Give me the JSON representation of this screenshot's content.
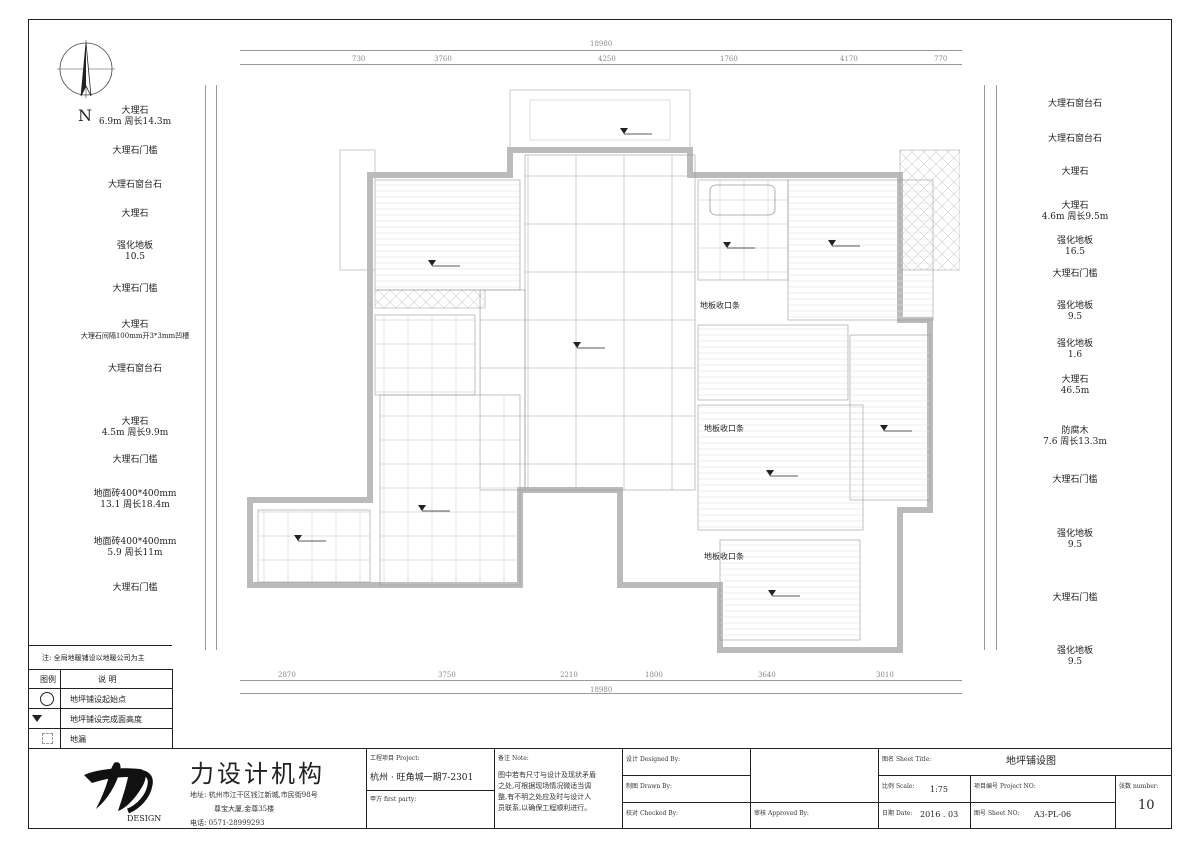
{
  "compass": {
    "label": "N"
  },
  "dims": {
    "top": {
      "total": "18980",
      "segments": [
        "730",
        "3760",
        "4250",
        "1760",
        "4170",
        "770"
      ]
    },
    "bottom": {
      "total": "18980",
      "segments": [
        "2870",
        "3750",
        "2210",
        "1800",
        "3640",
        "3010"
      ]
    }
  },
  "left_labels": [
    {
      "name": "大理石",
      "sub": "6.9m  周长14.3m"
    },
    {
      "name": "大理石门槛",
      "sub": ""
    },
    {
      "name": "大理石窗台石",
      "sub": ""
    },
    {
      "name": "大理石",
      "sub": ""
    },
    {
      "name": "强化地板",
      "sub": "10.5"
    },
    {
      "name": "大理石门槛",
      "sub": ""
    },
    {
      "name": "大理石",
      "sub": "大理石间隔100mm开3*3mm凹槽"
    },
    {
      "name": "大理石窗台石",
      "sub": ""
    },
    {
      "name": "大理石",
      "sub": "4.5m  周长9.9m"
    },
    {
      "name": "大理石门槛",
      "sub": ""
    },
    {
      "name": "地面砖400*400mm",
      "sub": "13.1  周长18.4m"
    },
    {
      "name": "地面砖400*400mm",
      "sub": "5.9  周长11m"
    },
    {
      "name": "大理石门槛",
      "sub": ""
    }
  ],
  "right_labels": [
    {
      "name": "大理石窗台石",
      "sub": ""
    },
    {
      "name": "大理石窗台石",
      "sub": ""
    },
    {
      "name": "大理石",
      "sub": ""
    },
    {
      "name": "大理石",
      "sub": "4.6m  周长9.5m"
    },
    {
      "name": "强化地板",
      "sub": "16.5"
    },
    {
      "name": "大理石门槛",
      "sub": ""
    },
    {
      "name": "强化地板",
      "sub": "9.5"
    },
    {
      "name": "强化地板",
      "sub": "1.6"
    },
    {
      "name": "大理石",
      "sub": "46.5m"
    },
    {
      "name": "防腐木",
      "sub": "7.6  周长13.3m"
    },
    {
      "name": "大理石门槛",
      "sub": ""
    },
    {
      "name": "强化地板",
      "sub": "9.5"
    },
    {
      "name": "大理石门槛",
      "sub": ""
    },
    {
      "name": "强化地板",
      "sub": "9.5"
    }
  ],
  "plan_notes": [
    "地板收口条",
    "地板收口条",
    "地板收口条"
  ],
  "legend": {
    "note": "注: 全局地暖铺设以地暖公司为主",
    "header_icon": "图例",
    "header_desc": "说      明",
    "rows": [
      {
        "icon": "start-point-icon",
        "desc": "地坪铺设起始点"
      },
      {
        "icon": "level-marker-icon",
        "desc": "地坪铺设完成面高度"
      },
      {
        "icon": "floor-drain-icon",
        "desc": "地漏"
      }
    ]
  },
  "titleblock": {
    "company": "力设计机构",
    "logo_sub": "DESIGN",
    "address": "地址: 杭州市江干区钱江新城,市民街98号",
    "address2": "尊宝大厦,金尊35楼",
    "phone": "电话: 0571-28999293",
    "project_label": "工程项目",
    "project_label_en": "Project:",
    "project_value": "杭州 · 旺角城一期7-2301",
    "party_label": "甲方",
    "party_label_en": "first party:",
    "note_label": "备注",
    "note_label_en": "Note:",
    "note_text": [
      "图中若有尺寸与设计及现状矛盾",
      "之处,可根据现场情况微适当调",
      "整,有不明之处应及时与设计人",
      "员联系,以确保工程顺利进行。"
    ],
    "designed_label": "设计",
    "designed_label_en": "Designed By:",
    "drawn_label": "制图",
    "drawn_label_en": "Drawn By:",
    "checked_label": "校对",
    "checked_label_en": "Checked By:",
    "approved_label": "审核",
    "approved_label_en": "Approved By:",
    "sheet_title_label": "图名",
    "sheet_title_label_en": "Sheet Title:",
    "sheet_title": "地坪铺设图",
    "scale_label": "比例",
    "scale_label_en": "Scale:",
    "scale": "1:75",
    "project_no_label": "项目编号",
    "project_no_label_en": "Project NO:",
    "sheets_label": "张数",
    "sheets_label_en": "number:",
    "sheets": "10",
    "date_label": "日期",
    "date_label_en": "Date:",
    "date": "2016 . 03",
    "sheet_no_label": "图号",
    "sheet_no_label_en": "Sheet NO:",
    "sheet_no": "A3-PL-06"
  }
}
